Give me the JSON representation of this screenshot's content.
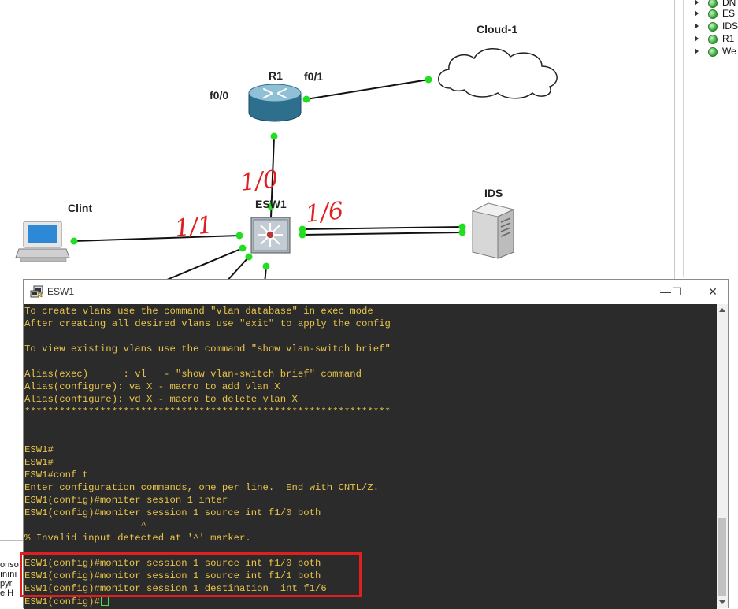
{
  "topology": {
    "devices": {
      "router": "R1",
      "cloud": "Cloud-1",
      "switch": "ESW1",
      "ids": "IDS",
      "client": "Clint"
    },
    "port_labels": {
      "r1_f00": "f0/0",
      "r1_f01": "f0/1"
    },
    "annotations": [
      "1/0",
      "1/1",
      "1/6"
    ]
  },
  "side_panel": {
    "nodes": [
      "DN",
      "ES",
      "IDS",
      "R1",
      "We"
    ]
  },
  "left_pane": {
    "lines": [
      "onso",
      "ınını",
      "pyri",
      "e H"
    ]
  },
  "console": {
    "title": "ESW1",
    "controls": {
      "minimize": "—",
      "maximize": "☐",
      "close": "✕"
    },
    "lines": [
      "To create vlans use the command \"vlan database\" in exec mode",
      "After creating all desired vlans use \"exit\" to apply the config",
      "",
      "To view existing vlans use the command \"show vlan-switch brief\"",
      "",
      "Alias(exec)      : vl   - \"show vlan-switch brief\" command",
      "Alias(configure): va X - macro to add vlan X",
      "Alias(configure): vd X - macro to delete vlan X",
      "***************************************************************",
      "",
      "",
      "ESW1#",
      "ESW1#",
      "ESW1#conf t",
      "Enter configuration commands, one per line.  End with CNTL/Z.",
      "ESW1(config)#moniter sesion 1 inter",
      "ESW1(config)#moniter session 1 source int f1/0 both",
      "                    ^",
      "% Invalid input detected at '^' marker.",
      "",
      "ESW1(config)#monitor session 1 source int f1/0 both",
      "ESW1(config)#monitor session 1 source int f1/1 both",
      "ESW1(config)#monitor session 1 destination  int f1/6",
      "ESW1(config)#"
    ]
  },
  "colors": {
    "terminal_bg": "#2b2b2b",
    "terminal_text": "#e8c34a",
    "link_dot": "#22dd22",
    "annotation_red": "#e02020"
  }
}
